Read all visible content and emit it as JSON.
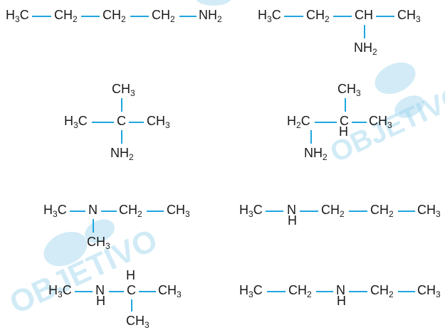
{
  "colors": {
    "bond": "#1fa6e0",
    "text": "#1a1a1a",
    "watermark": "#9ad3ec"
  },
  "watermark": {
    "icon": "objetivo-logo-icon",
    "text": "OBJETIVO"
  },
  "s1": {
    "ch3_main": "H",
    "ch3_sub": "3",
    "ch3_tail": "C",
    "ch2a_main": "CH",
    "ch2a_sub": "2",
    "ch2b_main": "CH",
    "ch2b_sub": "2",
    "ch2c_main": "CH",
    "ch2c_sub": "2",
    "nh2_main": "NH",
    "nh2_sub": "2"
  },
  "s2": {
    "ch3_main": "H",
    "ch3_sub": "3",
    "ch3_tail": "C",
    "ch2_main": "CH",
    "ch2_sub": "2",
    "ch": "CH",
    "ch3b_main": "CH",
    "ch3b_sub": "3",
    "nh2_main": "NH",
    "nh2_sub": "2"
  },
  "s3": {
    "top_main": "CH",
    "top_sub": "3",
    "left_main": "H",
    "left_sub": "3",
    "left_tail": "C",
    "c": "C",
    "right_main": "CH",
    "right_sub": "3",
    "nh2_main": "NH",
    "nh2_sub": "2"
  },
  "s4": {
    "top_main": "CH",
    "top_sub": "3",
    "h2c_main": "H",
    "h2c_sub": "2",
    "h2c_tail": "C",
    "c": "C",
    "h": "H",
    "right_main": "CH",
    "right_sub": "3",
    "nh2_main": "NH",
    "nh2_sub": "2"
  },
  "s5": {
    "h3c_main": "H",
    "h3c_sub": "3",
    "h3c_tail": "C",
    "n": "N",
    "ch2_main": "CH",
    "ch2_sub": "2",
    "ch3_main": "CH",
    "ch3_sub": "3",
    "ch3b_main": "CH",
    "ch3b_sub": "3"
  },
  "s6": {
    "h3c_main": "H",
    "h3c_sub": "3",
    "h3c_tail": "C",
    "n": "N",
    "h": "H",
    "ch2a_main": "CH",
    "ch2a_sub": "2",
    "ch2b_main": "CH",
    "ch2b_sub": "2",
    "ch3_main": "CH",
    "ch3_sub": "3"
  },
  "s7": {
    "h3c_main": "H",
    "h3c_sub": "3",
    "h3c_tail": "C",
    "n": "N",
    "nh": "H",
    "ch_h": "H",
    "c": "C",
    "ch3_main": "CH",
    "ch3_sub": "3",
    "ch3b_main": "CH",
    "ch3b_sub": "3"
  },
  "s8": {
    "h3c_main": "H",
    "h3c_sub": "3",
    "h3c_tail": "C",
    "ch2a_main": "CH",
    "ch2a_sub": "2",
    "n": "N",
    "h": "H",
    "ch2b_main": "CH",
    "ch2b_sub": "2",
    "ch3_main": "CH",
    "ch3_sub": "3"
  }
}
